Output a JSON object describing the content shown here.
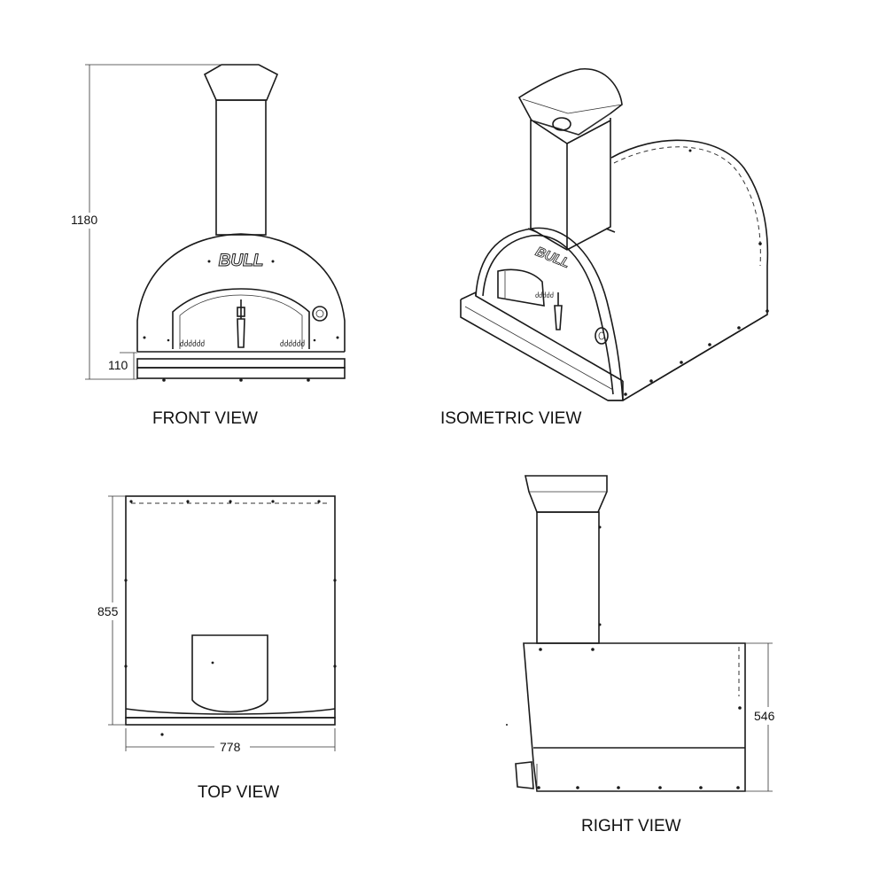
{
  "views": {
    "front": {
      "label": "FRONT VIEW",
      "dim_height": "1180",
      "dim_base": "110"
    },
    "isometric": {
      "label": "ISOMETRIC VIEW"
    },
    "top": {
      "label": "TOP VIEW",
      "dim_depth": "855",
      "dim_width": "778"
    },
    "right": {
      "label": "RIGHT VIEW",
      "dim_body_height": "546"
    }
  },
  "logo_text": "BULL",
  "colors": {
    "line": "#1a1a1a",
    "background": "#ffffff"
  }
}
